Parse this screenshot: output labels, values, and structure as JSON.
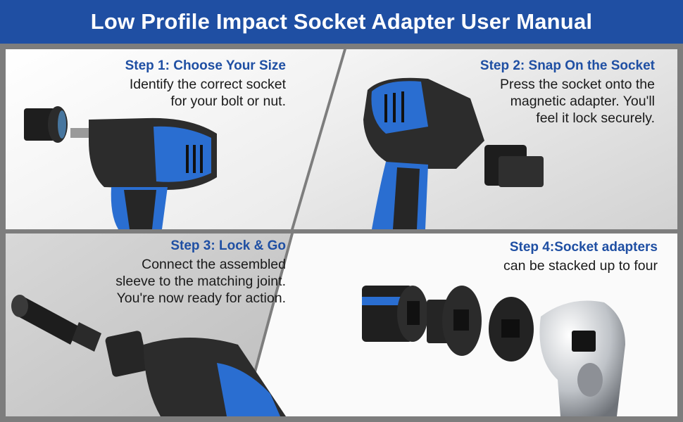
{
  "header": {
    "title": "Low Profile Impact Socket Adapter User Manual"
  },
  "steps": [
    {
      "heading": "Step 1: Choose Your Size",
      "lines": [
        "Identify the correct socket",
        "for your bolt or nut."
      ]
    },
    {
      "heading": "Step 2: Snap On the Socket",
      "lines": [
        "Press the socket onto the",
        "magnetic adapter. You'll",
        "feel it lock securely."
      ]
    },
    {
      "heading": "Step 3: Lock & Go",
      "lines": [
        "Connect the assembled",
        "sleeve to the matching joint.",
        "You're now ready for action."
      ]
    },
    {
      "heading": "Step 4:Socket adapters",
      "lines": [
        "can be stacked up to four"
      ]
    }
  ],
  "colors": {
    "brand_blue": "#1f4fa3",
    "panel_light": "#f4f4f4",
    "panel_gray": "#cfcfcf",
    "divider": "#8a8a8a"
  },
  "icons": [
    "impact-wrench-icon",
    "socket-adapter-icon",
    "ratchet-icon"
  ]
}
